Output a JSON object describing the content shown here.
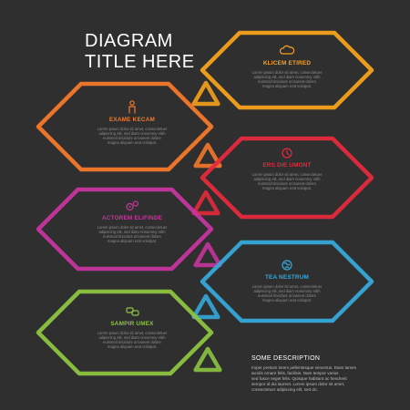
{
  "title": {
    "line1": "DIAGRAM",
    "line2": "TITLE HERE"
  },
  "steps": [
    {
      "id": "right-1",
      "color": "#f7a21b",
      "icon": "cloud-icon",
      "title": "KLICEM ETIRED",
      "body": [
        "Lorem ipsum dolor sit amet, consectetuer",
        "adipiscing elit, sed diam nonummy nibh",
        "euismod tincidunt ut laoreet dolore",
        "magna aliquam erat volutpat."
      ]
    },
    {
      "id": "left-1",
      "color": "#f5792a",
      "icon": "person-icon",
      "title": "EXAME KECAM",
      "body": [
        "Lorem ipsum dolor sit amet, consectetuer",
        "adipiscing elit, sed diam nonummy nibh",
        "euismod tincidunt ut laoreet dolore",
        "magna aliquam erat volutpat."
      ]
    },
    {
      "id": "right-2",
      "color": "#e42a3c",
      "icon": "clock-icon",
      "title": "ERS DIE UMONT",
      "body": [
        "Lorem ipsum dolor sit amet, consectetuer",
        "adipiscing elit, sed diam nonummy nibh",
        "euismod tincidunt ut laoreet dolore",
        "magna aliquam erat volutpat."
      ]
    },
    {
      "id": "left-2",
      "color": "#c7359e",
      "icon": "gears-icon",
      "title": "ACTOREM ELIFINDE",
      "body": [
        "Lorem ipsum dolor sit amet, consectetuer",
        "adipiscing elit, sed diam nonummy nibh",
        "euismod tincidunt ut laoreet dolore",
        "magna aliquam erat volutpat."
      ]
    },
    {
      "id": "right-3",
      "color": "#35a8d9",
      "icon": "globe-icon",
      "title": "TEA NESTRUM",
      "body": [
        "Lorem ipsum dolor sit amet, consectetuer",
        "adipiscing elit, sed diam nonummy nibh",
        "euismod tincidunt ut laoreet dolore",
        "magna aliquam erat volutpat."
      ]
    },
    {
      "id": "left-3",
      "color": "#8cc43f",
      "icon": "chat-bubbles-icon",
      "title": "SAMPIR UMEX",
      "body": [
        "Lorem ipsum dolor sit amet, consectetuer",
        "adipiscing elit, sed diam nonummy nibh",
        "euismod tincidunt ut laoreet dolore",
        "magna aliquam erat volutpat."
      ]
    }
  ],
  "description": {
    "title": "SOME DESCRIPTION",
    "lines": [
      "Imper pretium lorem pellentesque senectus. Diam lames",
      "iaculis ornare felis, facilisis. Nam tempor varius",
      "sed fusce neget felis. Quisque habitant ac hendrerit",
      "sempor id dui laoreet. Lorem ipsum dolor sit amet,",
      "consectetuer adipiscing elit, sed do."
    ]
  }
}
